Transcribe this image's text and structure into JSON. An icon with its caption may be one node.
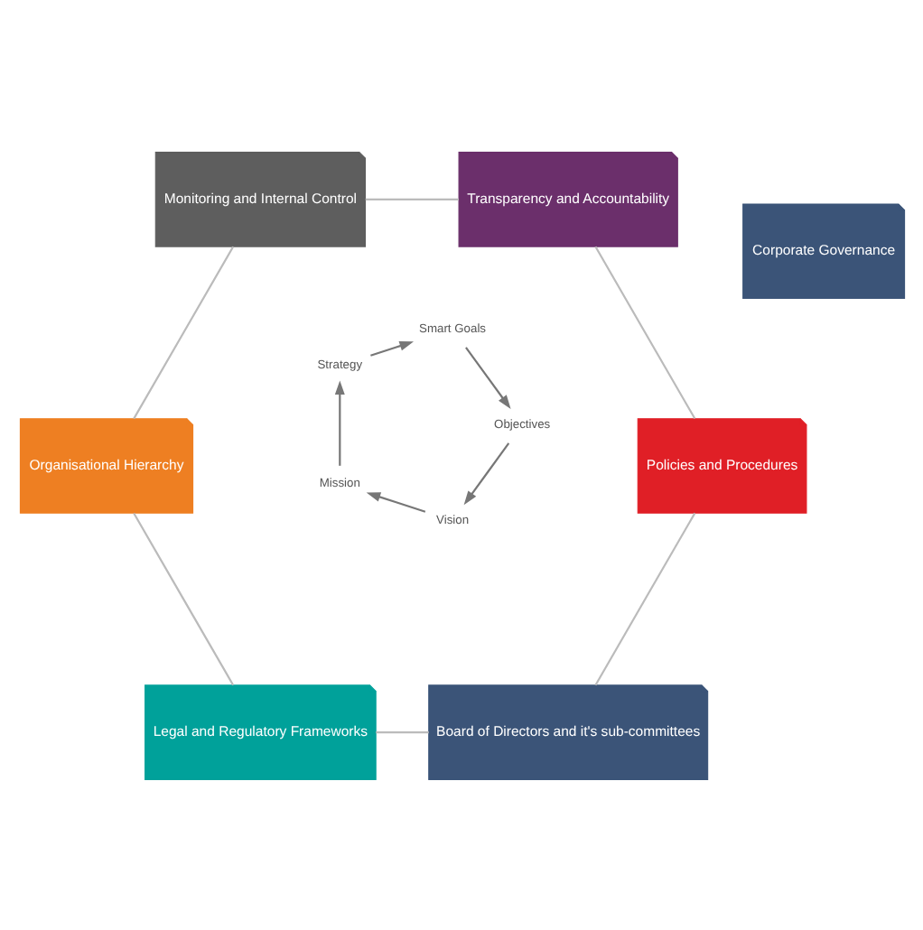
{
  "diagram": {
    "nodes": [
      {
        "text": [
          "Board of Directors and it's sub-committees"
        ]
      },
      {
        "text": [
          "Legal and Regulatory Frameworks"
        ]
      },
      {
        "text": [
          "Organisational Hierarchy"
        ]
      },
      {
        "text": [
          "Monitoring and Internal Control"
        ]
      },
      {
        "text": [
          "Transparency and Accountability"
        ]
      },
      {
        "text": [
          "Policies and Procedures"
        ]
      },
      {
        "text": [
          "Corporate Governance"
        ]
      },
      {
        "text": [
          "Vision"
        ]
      },
      {
        "text": [
          "Mission"
        ]
      },
      {
        "text": [
          "Strategy"
        ]
      },
      {
        "text": [
          "Smart Goals"
        ]
      },
      {
        "text": [
          "Objectives"
        ]
      }
    ],
    "edges": [
      {
        "from": 0,
        "to": 1,
        "arrow": "none"
      },
      {
        "from": 1,
        "to": 2,
        "arrow": "none"
      },
      {
        "from": 2,
        "to": 3,
        "arrow": "none"
      },
      {
        "from": 3,
        "to": 4,
        "arrow": "none"
      },
      {
        "from": 4,
        "to": 5,
        "arrow": "none"
      },
      {
        "from": 5,
        "to": 0,
        "arrow": "none"
      },
      {
        "from": 7,
        "to": 8,
        "arrow": "to"
      },
      {
        "from": 8,
        "to": 9,
        "arrow": "to"
      },
      {
        "from": 9,
        "to": 10,
        "arrow": "to"
      },
      {
        "from": 10,
        "to": 11,
        "arrow": "to"
      },
      {
        "from": 11,
        "to": 7,
        "arrow": "to"
      }
    ]
  }
}
